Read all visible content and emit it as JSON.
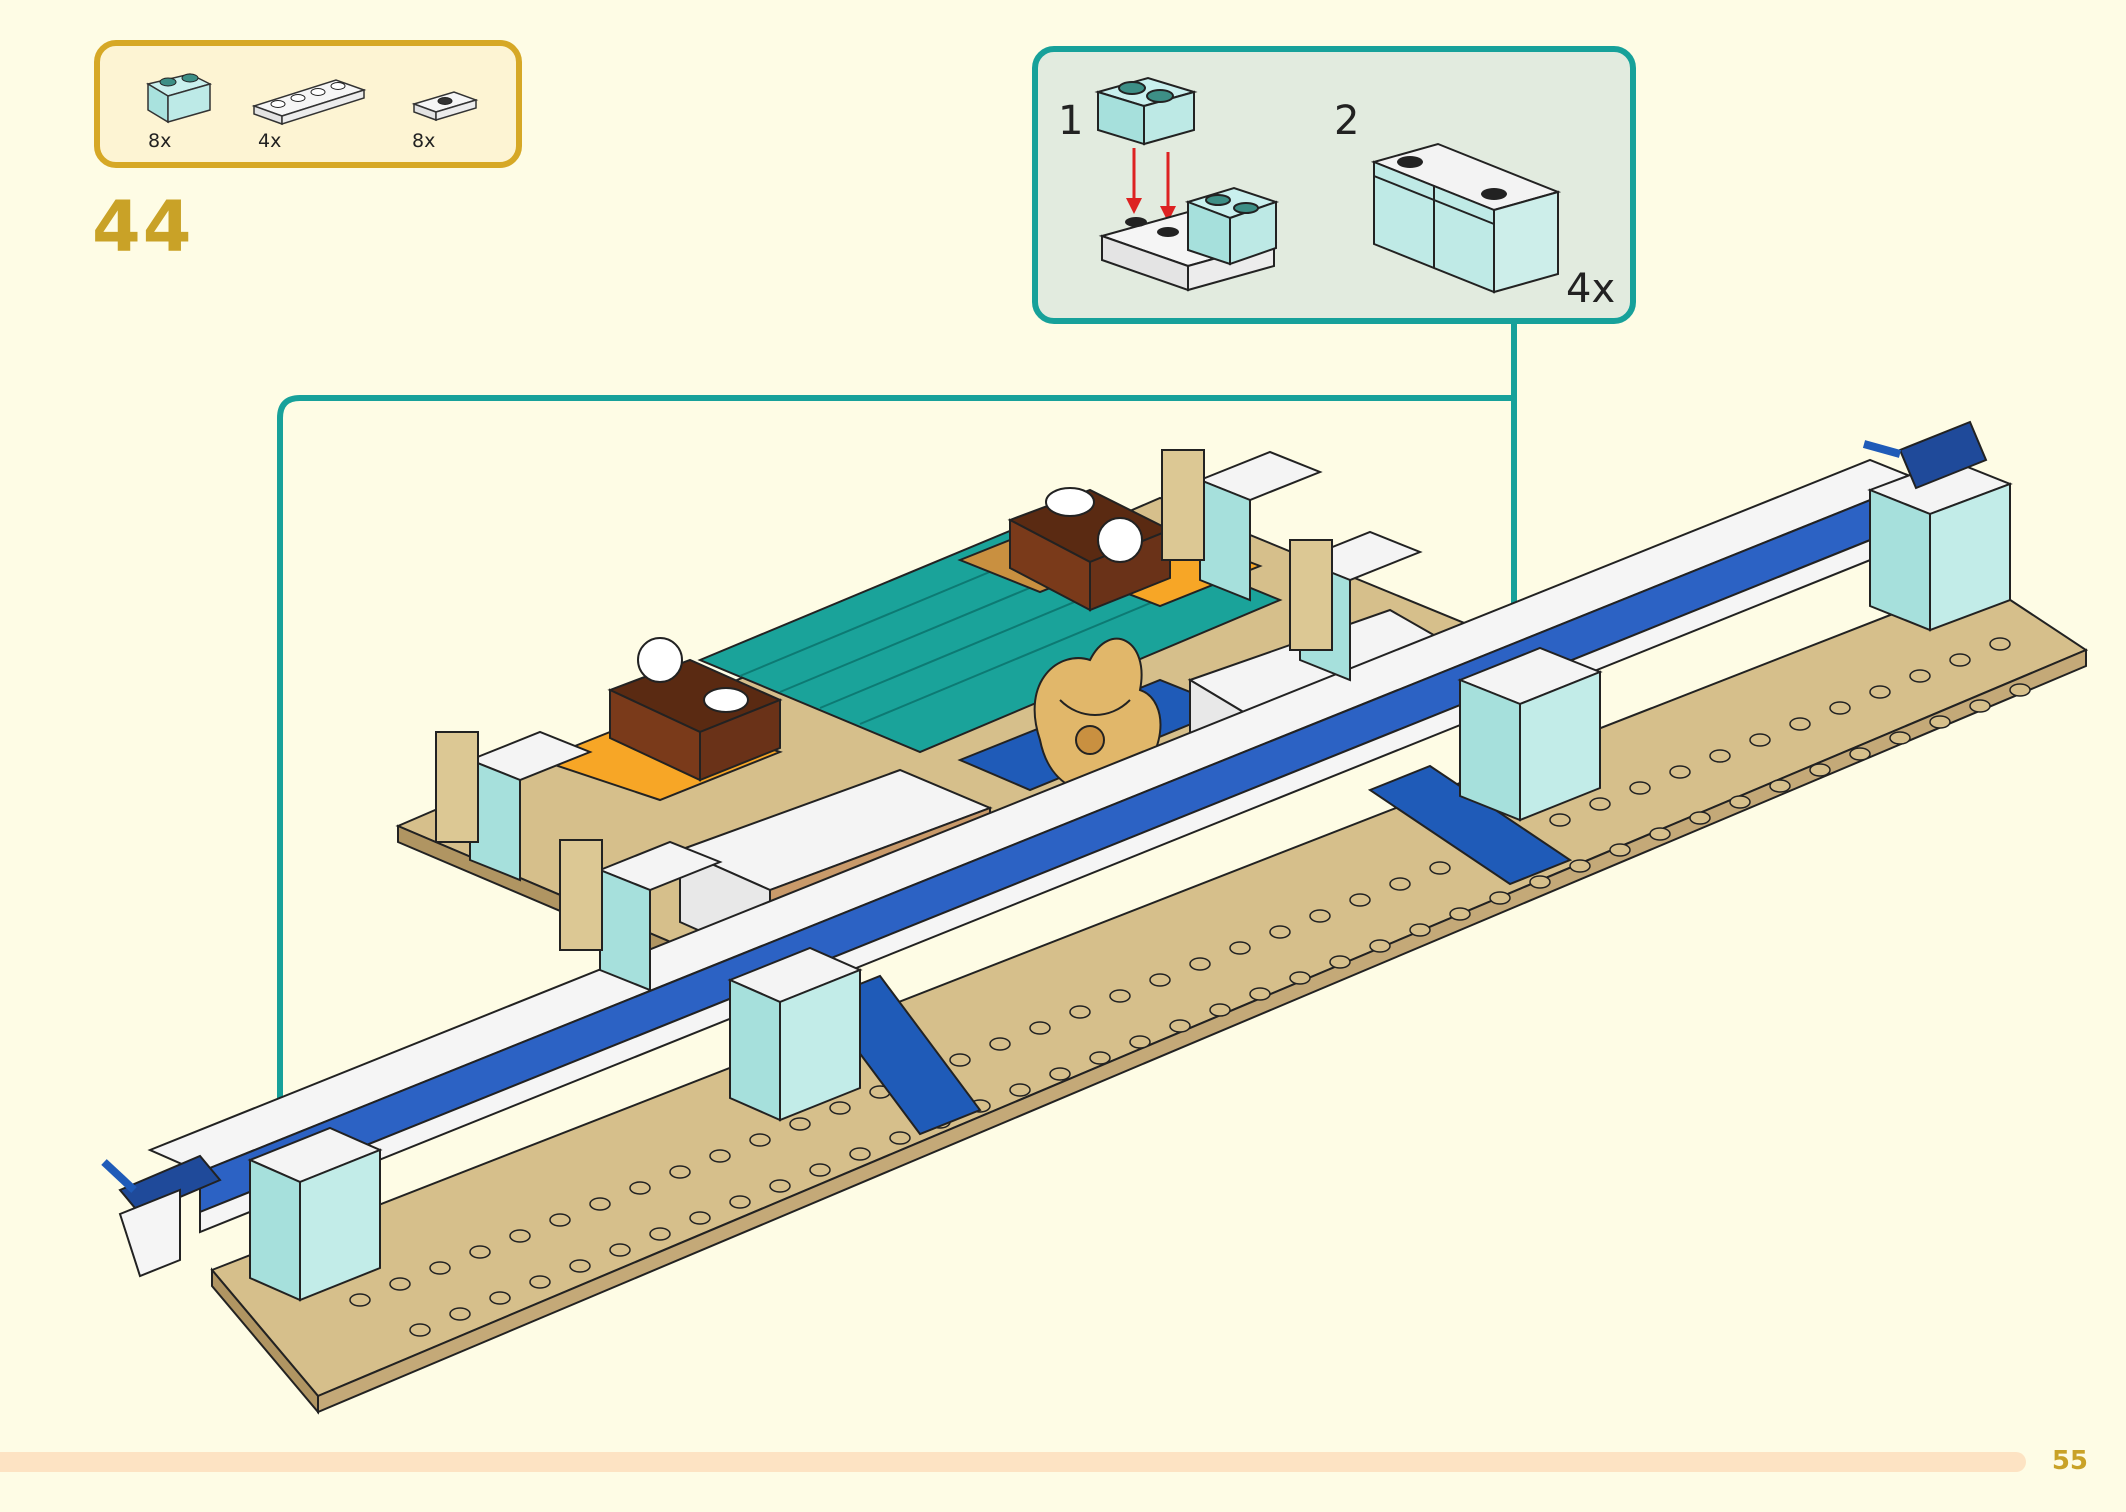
{
  "parts": [
    {
      "name": "trans-light-blue 1x2 brick",
      "qty": "8x"
    },
    {
      "name": "white 1x4 plate",
      "qty": "4x"
    },
    {
      "name": "white 1x2 jumper plate",
      "qty": "8x"
    }
  ],
  "step": {
    "number": "44"
  },
  "sub_assembly": {
    "step1_label": "1",
    "step2_label": "2",
    "multiplier": "4x"
  },
  "page": {
    "number": "55"
  },
  "colors": {
    "accent_gold": "#c9a227",
    "callout_teal": "#17a19a",
    "background": "#fefce5"
  }
}
